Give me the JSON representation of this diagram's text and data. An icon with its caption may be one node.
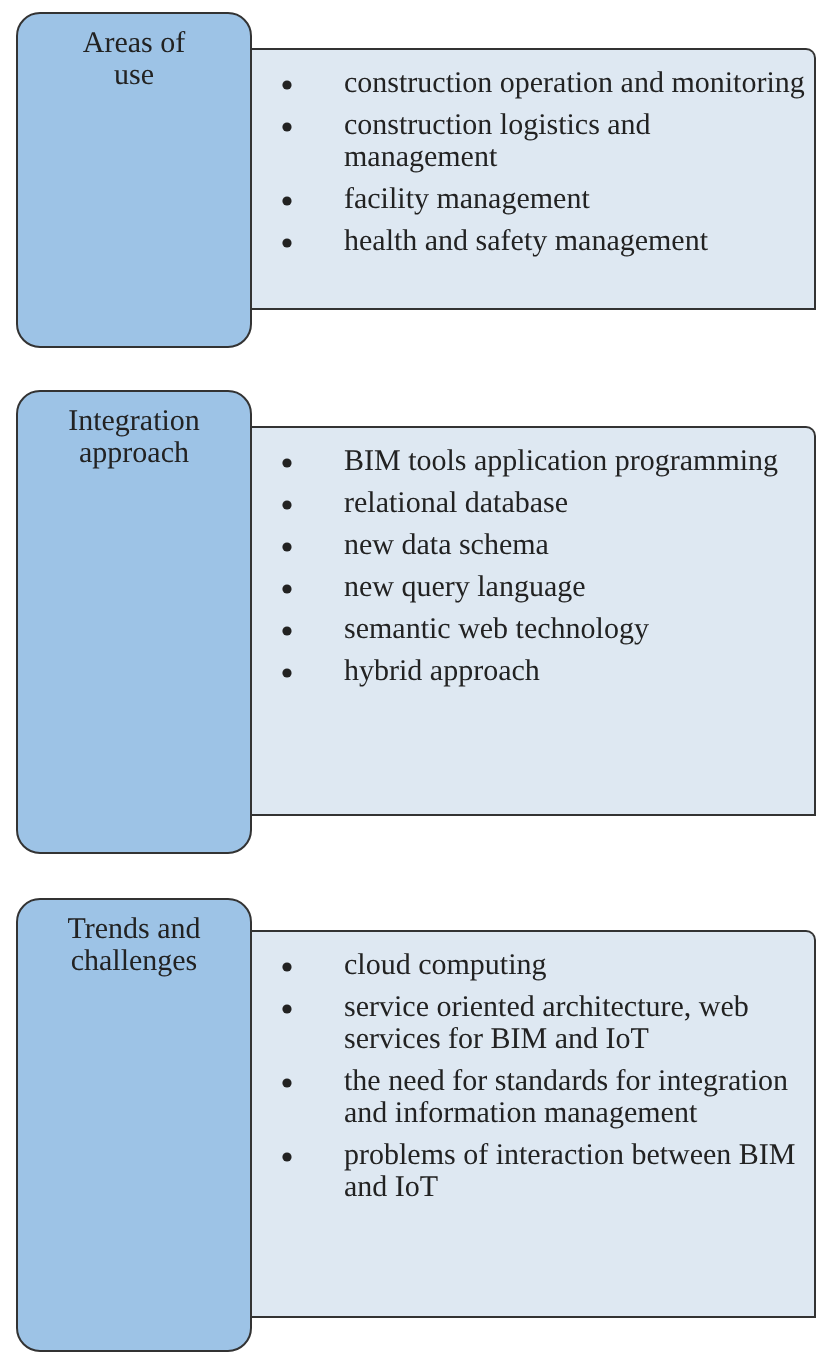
{
  "diagram": {
    "nodes": [
      {
        "text": [
          "Areas of use"
        ]
      },
      {
        "text": [
          "construction operation and monitoring",
          "construction logistics and management",
          "facility management",
          "health and safety management"
        ]
      },
      {
        "text": [
          "Integration approach"
        ]
      },
      {
        "text": [
          "BIM tools application programming",
          "relational database",
          "new data schema",
          "new query language",
          "semantic web technology",
          "hybrid approach"
        ]
      },
      {
        "text": [
          "Trends and challenges"
        ]
      },
      {
        "text": [
          "cloud computing",
          "service oriented architecture, web services for BIM and IoT",
          "the need for standards for integration and information management",
          "problems of interaction between BIM and IoT"
        ]
      }
    ]
  }
}
